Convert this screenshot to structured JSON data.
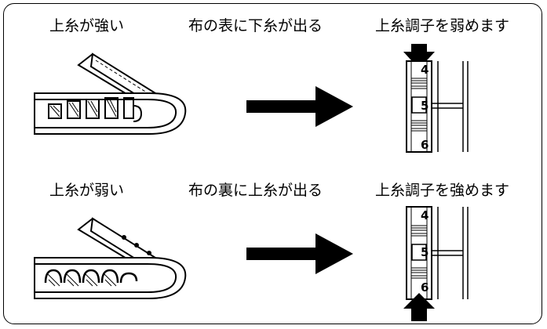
{
  "top_row": {
    "condition": "上糸が強い",
    "effect": "布の表に下糸が出る",
    "action": "上糸調子を弱めます"
  },
  "bottom_row": {
    "condition": "上糸が弱い",
    "effect": "布の裏に上糸が出る",
    "action": "上糸調子を強めます"
  },
  "dial_numbers": {
    "top": [
      "4",
      "5",
      "6"
    ],
    "bottom": [
      "4",
      "5",
      "6"
    ]
  }
}
